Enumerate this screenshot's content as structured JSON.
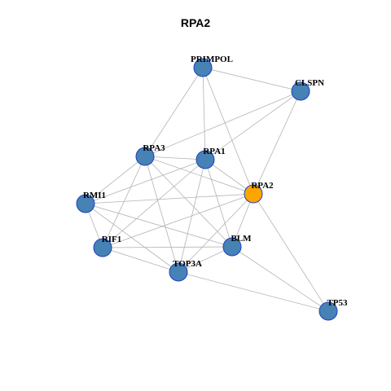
{
  "title": "RPA2",
  "colors": {
    "default_node": "#4682b4",
    "highlight_node": "#ffa500",
    "node_border": "#1f3fbf",
    "edge": "#b3b3b3"
  },
  "nodes": [
    {
      "id": "PRIMPOL",
      "label": "PRIMPOL",
      "highlight": false
    },
    {
      "id": "CLSPN",
      "label": "CLSPN",
      "highlight": false
    },
    {
      "id": "RPA3",
      "label": "RPA3",
      "highlight": false
    },
    {
      "id": "RPA1",
      "label": "RPA1",
      "highlight": false
    },
    {
      "id": "RPA2",
      "label": "RPA2",
      "highlight": true
    },
    {
      "id": "RMI1",
      "label": "RMI1",
      "highlight": false
    },
    {
      "id": "RIF1",
      "label": "RIF1",
      "highlight": false
    },
    {
      "id": "BLM",
      "label": "BLM",
      "highlight": false
    },
    {
      "id": "TOP3A",
      "label": "TOP3A",
      "highlight": false
    },
    {
      "id": "TP53",
      "label": "TP53",
      "highlight": false
    }
  ],
  "edges": [
    [
      "PRIMPOL",
      "CLSPN"
    ],
    [
      "PRIMPOL",
      "RPA3"
    ],
    [
      "PRIMPOL",
      "RPA1"
    ],
    [
      "PRIMPOL",
      "RPA2"
    ],
    [
      "CLSPN",
      "RPA3"
    ],
    [
      "CLSPN",
      "RPA1"
    ],
    [
      "CLSPN",
      "RPA2"
    ],
    [
      "RPA3",
      "RPA1"
    ],
    [
      "RPA3",
      "RPA2"
    ],
    [
      "RPA3",
      "RMI1"
    ],
    [
      "RPA3",
      "RIF1"
    ],
    [
      "RPA3",
      "BLM"
    ],
    [
      "RPA3",
      "TOP3A"
    ],
    [
      "RPA1",
      "RPA2"
    ],
    [
      "RPA1",
      "RMI1"
    ],
    [
      "RPA1",
      "RIF1"
    ],
    [
      "RPA1",
      "BLM"
    ],
    [
      "RPA1",
      "TOP3A"
    ],
    [
      "RPA2",
      "RMI1"
    ],
    [
      "RPA2",
      "RIF1"
    ],
    [
      "RPA2",
      "BLM"
    ],
    [
      "RPA2",
      "TOP3A"
    ],
    [
      "RPA2",
      "TP53"
    ],
    [
      "RMI1",
      "RIF1"
    ],
    [
      "RMI1",
      "BLM"
    ],
    [
      "RMI1",
      "TOP3A"
    ],
    [
      "RIF1",
      "BLM"
    ],
    [
      "RIF1",
      "TOP3A"
    ],
    [
      "BLM",
      "TOP3A"
    ],
    [
      "BLM",
      "TP53"
    ],
    [
      "TOP3A",
      "TP53"
    ]
  ]
}
